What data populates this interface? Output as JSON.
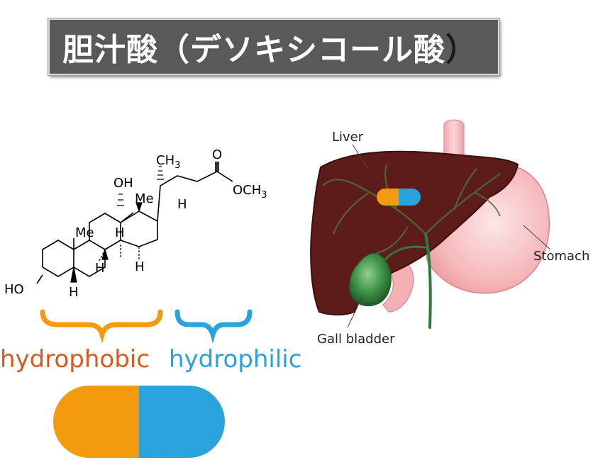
{
  "title": {
    "main": "胆汁酸（デソキシコール酸",
    "close_paren": "）"
  },
  "molecule": {
    "labels": {
      "methyl_top": "CH",
      "methyl_top_sub": "3",
      "carbonyl_o": "O",
      "ester": "OCH",
      "ester_sub": "3",
      "oh_12": "OH",
      "me_13": "Me",
      "h_17": "H",
      "me_10": "Me",
      "h_8": "H",
      "h_9": "H",
      "h_14": "H",
      "h_5": "H",
      "ho_3": "HO"
    }
  },
  "anatomy": {
    "liver": "Liver",
    "stomach": "Stomach",
    "gall_bladder": "Gall bladder"
  },
  "properties": {
    "hydrophobic": "hydrophobic",
    "hydrophilic": "hydrophilic"
  },
  "colors": {
    "hydrophobic": "#f39a0f",
    "hydrophilic": "#2aa3dc",
    "hydrophobic_text": "#d9591f",
    "title_bg": "#595959"
  }
}
